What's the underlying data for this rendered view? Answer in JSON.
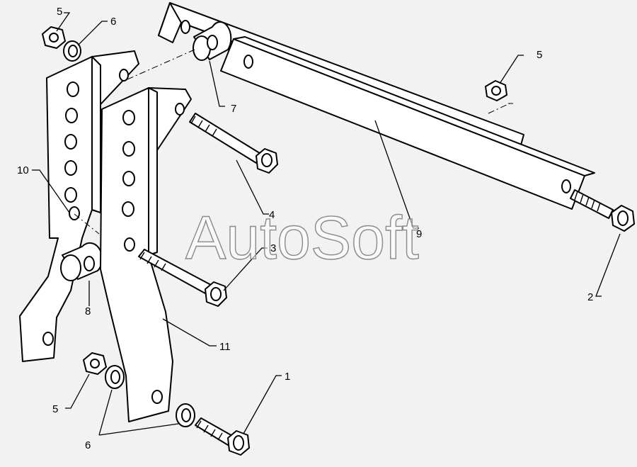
{
  "watermark": "AutoSoft",
  "callouts": {
    "c1": "1",
    "c2": "2",
    "c3": "3",
    "c4": "4",
    "c5_top": "5",
    "c5_right": "5",
    "c5_bottom": "5",
    "c6_top": "6",
    "c6_bottom": "6",
    "c7": "7",
    "c8": "8",
    "c9": "9",
    "c10": "10",
    "c11": "11"
  }
}
